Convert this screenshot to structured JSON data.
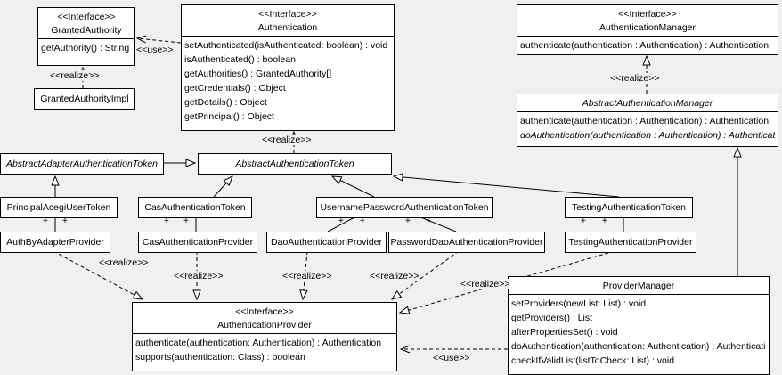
{
  "classes": {
    "granted_authority": {
      "stereotype": "<<Interface>>",
      "name": "GrantedAuthority",
      "methods": [
        "getAuthority() : String"
      ]
    },
    "granted_authority_impl": {
      "name": "GrantedAuthorityImpl"
    },
    "authentication": {
      "stereotype": "<<Interface>>",
      "name": "Authentication",
      "methods": [
        "setAuthenticated(isAuthenticated: boolean) : void",
        "isAuthenticated() : boolean",
        "getAuthorities() : GrantedAuthority[]",
        "getCredentials() : Object",
        "getDetails() : Object",
        "getPrincipal() : Object"
      ]
    },
    "authentication_manager": {
      "stereotype": "<<Interface>>",
      "name": "AuthenticationManager",
      "methods": [
        "authenticate(authentication : Authentication) : Authentication"
      ]
    },
    "abstract_authentication_manager": {
      "name": "AbstractAuthenticationManager",
      "methods": [
        "authenticate(authentication : Authentication) : Authentication",
        "doAuthentication(authentication : Authentication) : Authentication"
      ]
    },
    "abstract_adapter_authentication_token": {
      "name": "AbstractAdapterAuthenticationToken"
    },
    "abstract_authentication_token": {
      "name": "AbstractAuthenticationToken"
    },
    "principal_acegi_user_token": {
      "name": "PrincipalAcegiUserToken"
    },
    "cas_authentication_token": {
      "name": "CasAuthenticationToken"
    },
    "username_password_authentication_token": {
      "name": "UsernamePasswordAuthenticationToken"
    },
    "testing_authentication_token": {
      "name": "TestingAuthenticationToken"
    },
    "auth_by_adapter_provider": {
      "name": "AuthByAdapterProvider"
    },
    "cas_authentication_provider": {
      "name": "CasAuthenticationProvider"
    },
    "dao_authentication_provider": {
      "name": "DaoAuthenticationProvider"
    },
    "password_dao_authentication_provider": {
      "name": "PasswordDaoAuthenticationProvider"
    },
    "testing_authentication_provider": {
      "name": "TestingAuthenticationProvider"
    },
    "authentication_provider": {
      "stereotype": "<<Interface>>",
      "name": "AuthenticationProvider",
      "methods": [
        "authenticate(authentication: Authentication) : Authentication",
        "supports(authentication: Class) : boolean"
      ]
    },
    "provider_manager": {
      "name": "ProviderManager",
      "methods": [
        "setProviders(newList: List) : void",
        "getProviders() : List",
        "afterPropertiesSet() : void",
        "doAuthentication(authentication: Authentication) : Authentication",
        "checkIfValidList(listToCheck: List) : void"
      ]
    }
  },
  "edge_labels": {
    "use": "<<use>>",
    "realize": "<<realize>>",
    "plus": "+"
  },
  "colors": {
    "background": "#f0f0f0",
    "box_fill": "#ffffff",
    "line": "#000000"
  }
}
